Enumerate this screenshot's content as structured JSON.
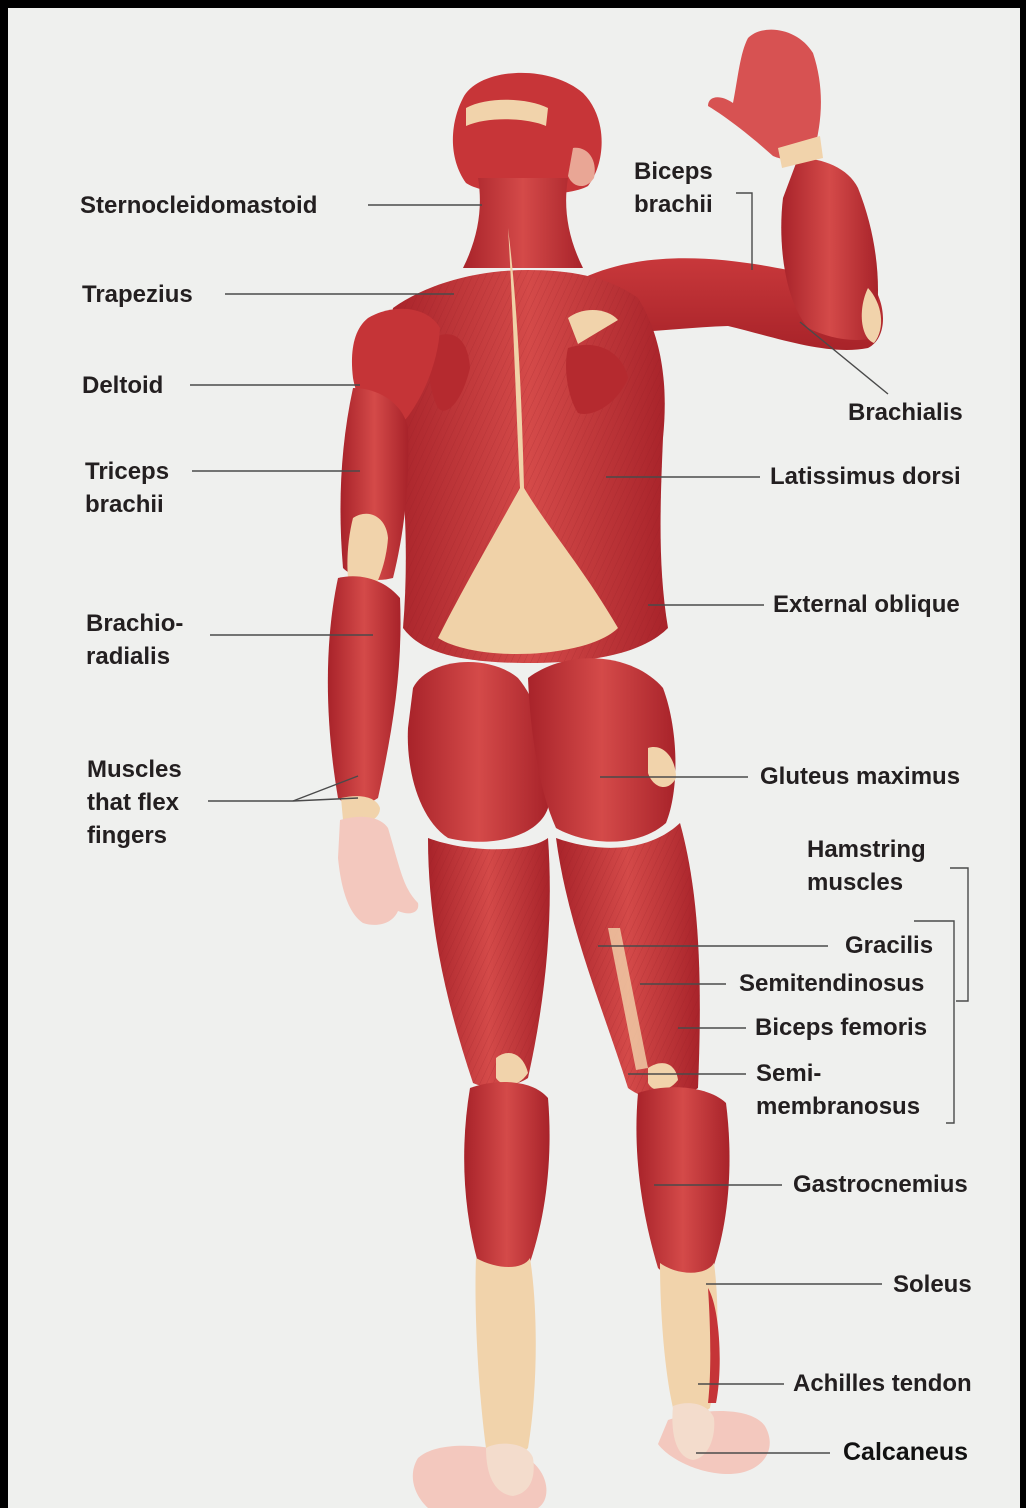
{
  "colors": {
    "background": "#eff0ee",
    "muscle_dark": "#b1252b",
    "muscle": "#cc3c3f",
    "muscle_light": "#e37a72",
    "tendon": "#f1d3ab",
    "skin": "#f3c8be",
    "leader_line": "#4a4a4a"
  },
  "labels": {
    "sternocleidomastoid": "Sternocleidomastoid",
    "trapezius": "Trapezius",
    "deltoid": "Deltoid",
    "triceps_brachii": [
      "Triceps",
      "brachii"
    ],
    "brachioradialis": [
      "Brachio-",
      "radialis"
    ],
    "muscles_flex_fingers": [
      "Muscles",
      "that flex",
      "fingers"
    ],
    "biceps_brachii": [
      "Biceps",
      "brachii"
    ],
    "brachialis": "Brachialis",
    "latissimus_dorsi": "Latissimus dorsi",
    "external_oblique": "External oblique",
    "gluteus_maximus": "Gluteus maximus",
    "hamstring_muscles": [
      "Hamstring",
      "muscles"
    ],
    "gracilis": "Gracilis",
    "semitendinosus": "Semitendinosus",
    "biceps_femoris": "Biceps femoris",
    "semimembranosus": [
      "Semi-",
      "membranosus"
    ],
    "gastrocnemius": "Gastrocnemius",
    "soleus": "Soleus",
    "achilles_tendon": "Achilles tendon",
    "calcaneus": "Calcaneus"
  }
}
